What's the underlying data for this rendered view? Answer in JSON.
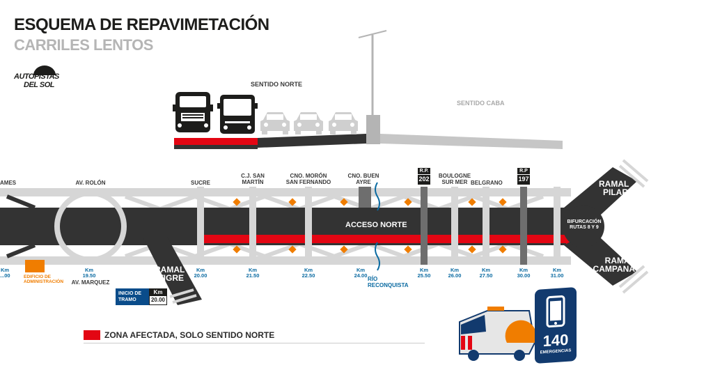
{
  "header": {
    "title": "ESQUEMA DE REPAVIMETACIÓN",
    "subtitle": "CARRILES LENTOS",
    "logo_line1": "AUTOPISTAS",
    "logo_line2": "DEL SOL"
  },
  "cross_section": {
    "north_label": "SENTIDO NORTE",
    "south_label": "SENTIDO CABA"
  },
  "map": {
    "main_road_label": "ACCESO NORTE",
    "left_cut_label": "AMES",
    "streets": [
      {
        "name": "AV. ROLÓN"
      },
      {
        "name": "SUCRE"
      },
      {
        "name": "C.J. SAN MARTÍN"
      },
      {
        "name": "CNO. MORÓN SAN FERNANDO"
      },
      {
        "name": "CNO. BUEN AYRE"
      },
      {
        "name": "BOULOGNE SUR MER"
      },
      {
        "name": "BELGRANO"
      }
    ],
    "rp_badges": [
      {
        "top": "R.P.",
        "num": "202"
      },
      {
        "top": "R.P",
        "num": "197"
      }
    ],
    "km_marks": [
      {
        "label": "Km",
        "value": "...00"
      },
      {
        "label": "Km",
        "value": "19.50"
      },
      {
        "label": "Km",
        "value": "20.00"
      },
      {
        "label": "Km",
        "value": "21.50"
      },
      {
        "label": "Km",
        "value": "22.50"
      },
      {
        "label": "Km",
        "value": "24.00"
      },
      {
        "label": "Km",
        "value": "25.50"
      },
      {
        "label": "Km",
        "value": "26.00"
      },
      {
        "label": "Km",
        "value": "27.50"
      },
      {
        "label": "Km",
        "value": "30.00"
      },
      {
        "label": "Km",
        "value": "31.00"
      }
    ],
    "av_marquez": "AV. MARQUEZ",
    "edificio": "EDIFICIO DE ADMINISTRACIÓN",
    "rio": "RÍO RECONQUISTA",
    "bifurcacion": "BIFURCACIÓN RUTAS 8 Y 9",
    "ramal_tigre": "RAMAL TIGRE",
    "ramal_pilar": "RAMAL PILAR",
    "ramal_campana": "RAMAL CAMPANA",
    "inicio_label": "INICIO DE TRAMO",
    "inicio_km_label": "Km",
    "inicio_km_value": "20.00"
  },
  "legend": {
    "text": "ZONA AFECTADA, SOLO SENTIDO NORTE",
    "color": "#e30613"
  },
  "emergency": {
    "number": "140",
    "label": "EMERGENCIAS"
  },
  "colors": {
    "road": "#3a3a3a",
    "affected": "#e30613",
    "accent_orange": "#f07d00",
    "km_blue": "#0a6aa1",
    "emergency_blue": "#123a6e"
  }
}
